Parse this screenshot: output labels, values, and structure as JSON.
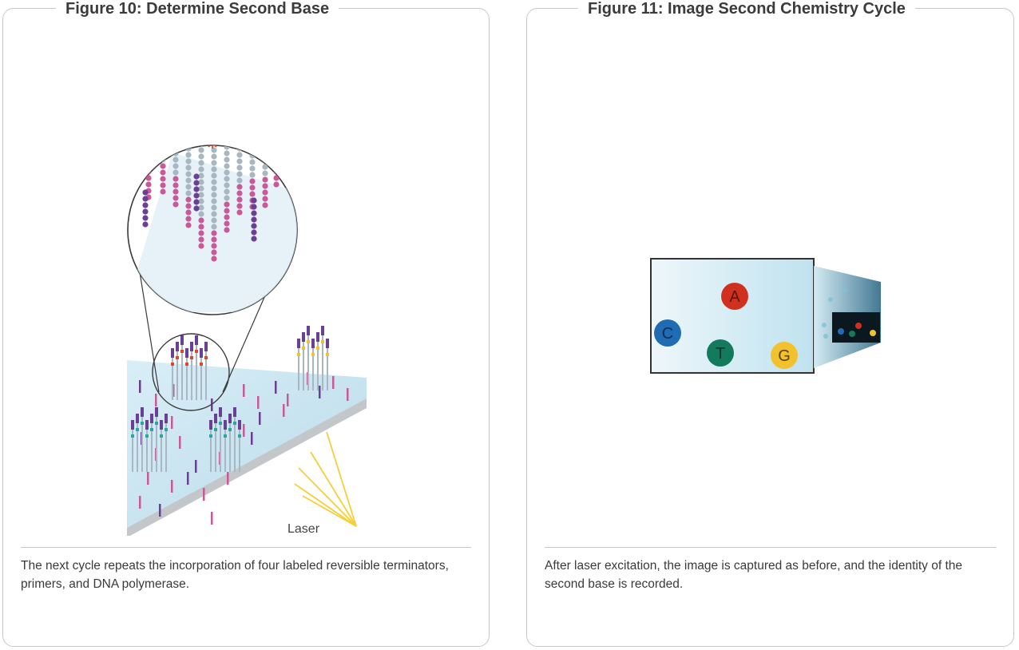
{
  "figure10": {
    "title": "Figure 10: Determine Second Base",
    "laser_label": "Laser",
    "caption": "The next cycle repeats the incorporation of four labeled reversible terminators, primers, and DNA polymerase."
  },
  "figure11": {
    "title": "Figure 11: Image Second Chemistry Cycle",
    "bases": [
      {
        "letter": "A",
        "color": "#d0311f"
      },
      {
        "letter": "C",
        "color": "#1f6cb5"
      },
      {
        "letter": "T",
        "color": "#137a5d"
      },
      {
        "letter": "G",
        "color": "#f2c12e"
      }
    ],
    "caption": "After laser excitation, the image is captured as before, and the identity of the second base is recorded."
  },
  "colors": {
    "border": "#c8c8c8",
    "title_text": "#3b3b3b",
    "caption_text": "#3a3a3a",
    "purple": "#6b3f95",
    "pink": "#c85a9a",
    "gray_bead": "#a9b7c2",
    "flowcell": "#cfe7f2",
    "laser": "#f4cf3a"
  }
}
